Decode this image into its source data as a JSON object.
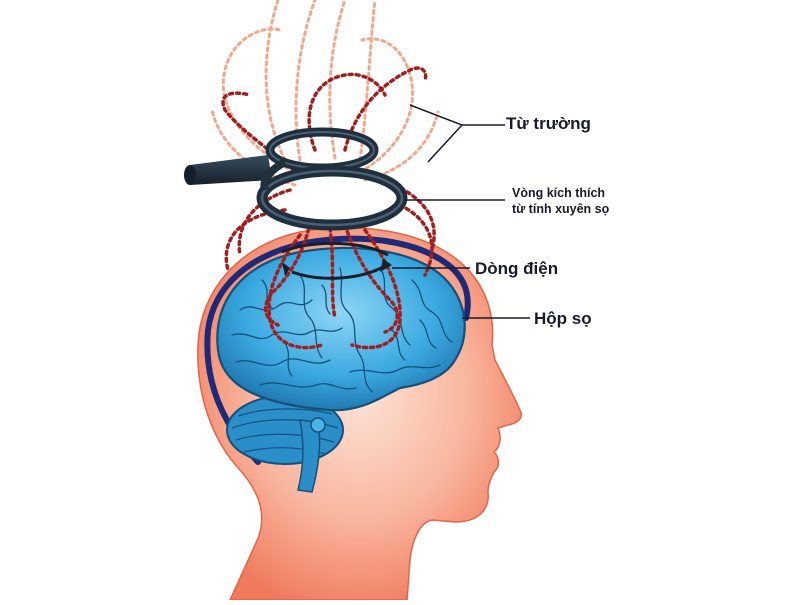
{
  "diagram": {
    "labels": {
      "magnetic_field": "Từ trường",
      "coil_line1": "Vòng kích thích",
      "coil_line2": "từ tính xuyên sọ",
      "current": "Dòng điện",
      "skull": "Hộp sọ"
    },
    "colors": {
      "skin": "#f4876b",
      "skin_light": "#fbd3c2",
      "brain": "#35a8e0",
      "brain_dark": "#16507a",
      "skull": "#1e2a78",
      "field_dark": "#a31f1f",
      "field_light": "#f2a88a",
      "coil": "#1f2f3c",
      "label_text": "#1a1a2e"
    },
    "icons": [
      "tms-coil-icon",
      "brain-icon",
      "head-silhouette-icon"
    ]
  }
}
